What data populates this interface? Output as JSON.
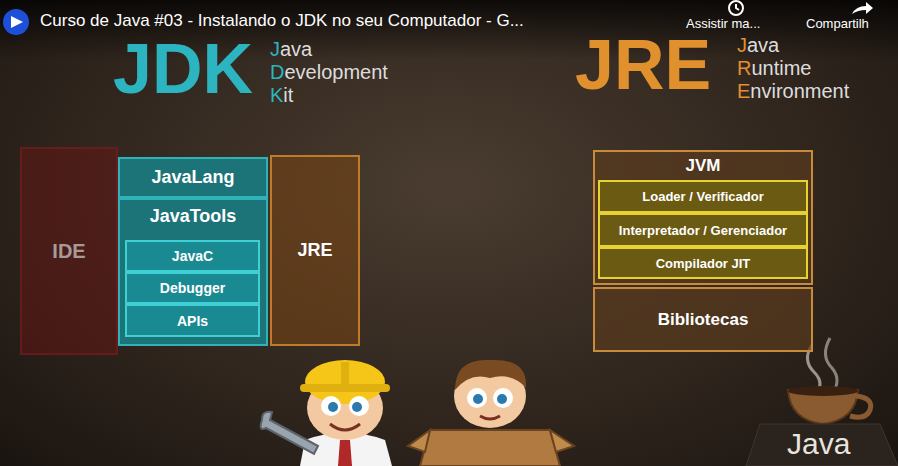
{
  "diagram": {
    "title": "Curso de Java #03 - Instalando o JDK no seu Computador - G...",
    "nodes": [
      {
        "text": [
          "IDE"
        ]
      },
      {
        "text": [
          "JavaLang"
        ]
      },
      {
        "text": [
          "JavaTools"
        ]
      },
      {
        "text": [
          "JavaC"
        ],
        "in": 2
      },
      {
        "text": [
          "Debugger"
        ],
        "in": 2
      },
      {
        "text": [
          "APIs"
        ],
        "in": 2
      },
      {
        "text": [
          "JRE"
        ]
      },
      {
        "text": [
          "JVM"
        ]
      },
      {
        "text": [
          "Loader / Verificador"
        ],
        "in": 7
      },
      {
        "text": [
          "Interpretador / Gerenciador"
        ],
        "in": 7
      },
      {
        "text": [
          "Compilador JIT"
        ],
        "in": 7
      },
      {
        "text": [
          "Bibliotecas"
        ]
      }
    ],
    "labels": [
      "Assistir ma...",
      "Compartilh",
      "JDK",
      "Java",
      "Development",
      "Kit",
      "JRE",
      "Java",
      "Runtime",
      "Environment",
      "Java"
    ]
  }
}
